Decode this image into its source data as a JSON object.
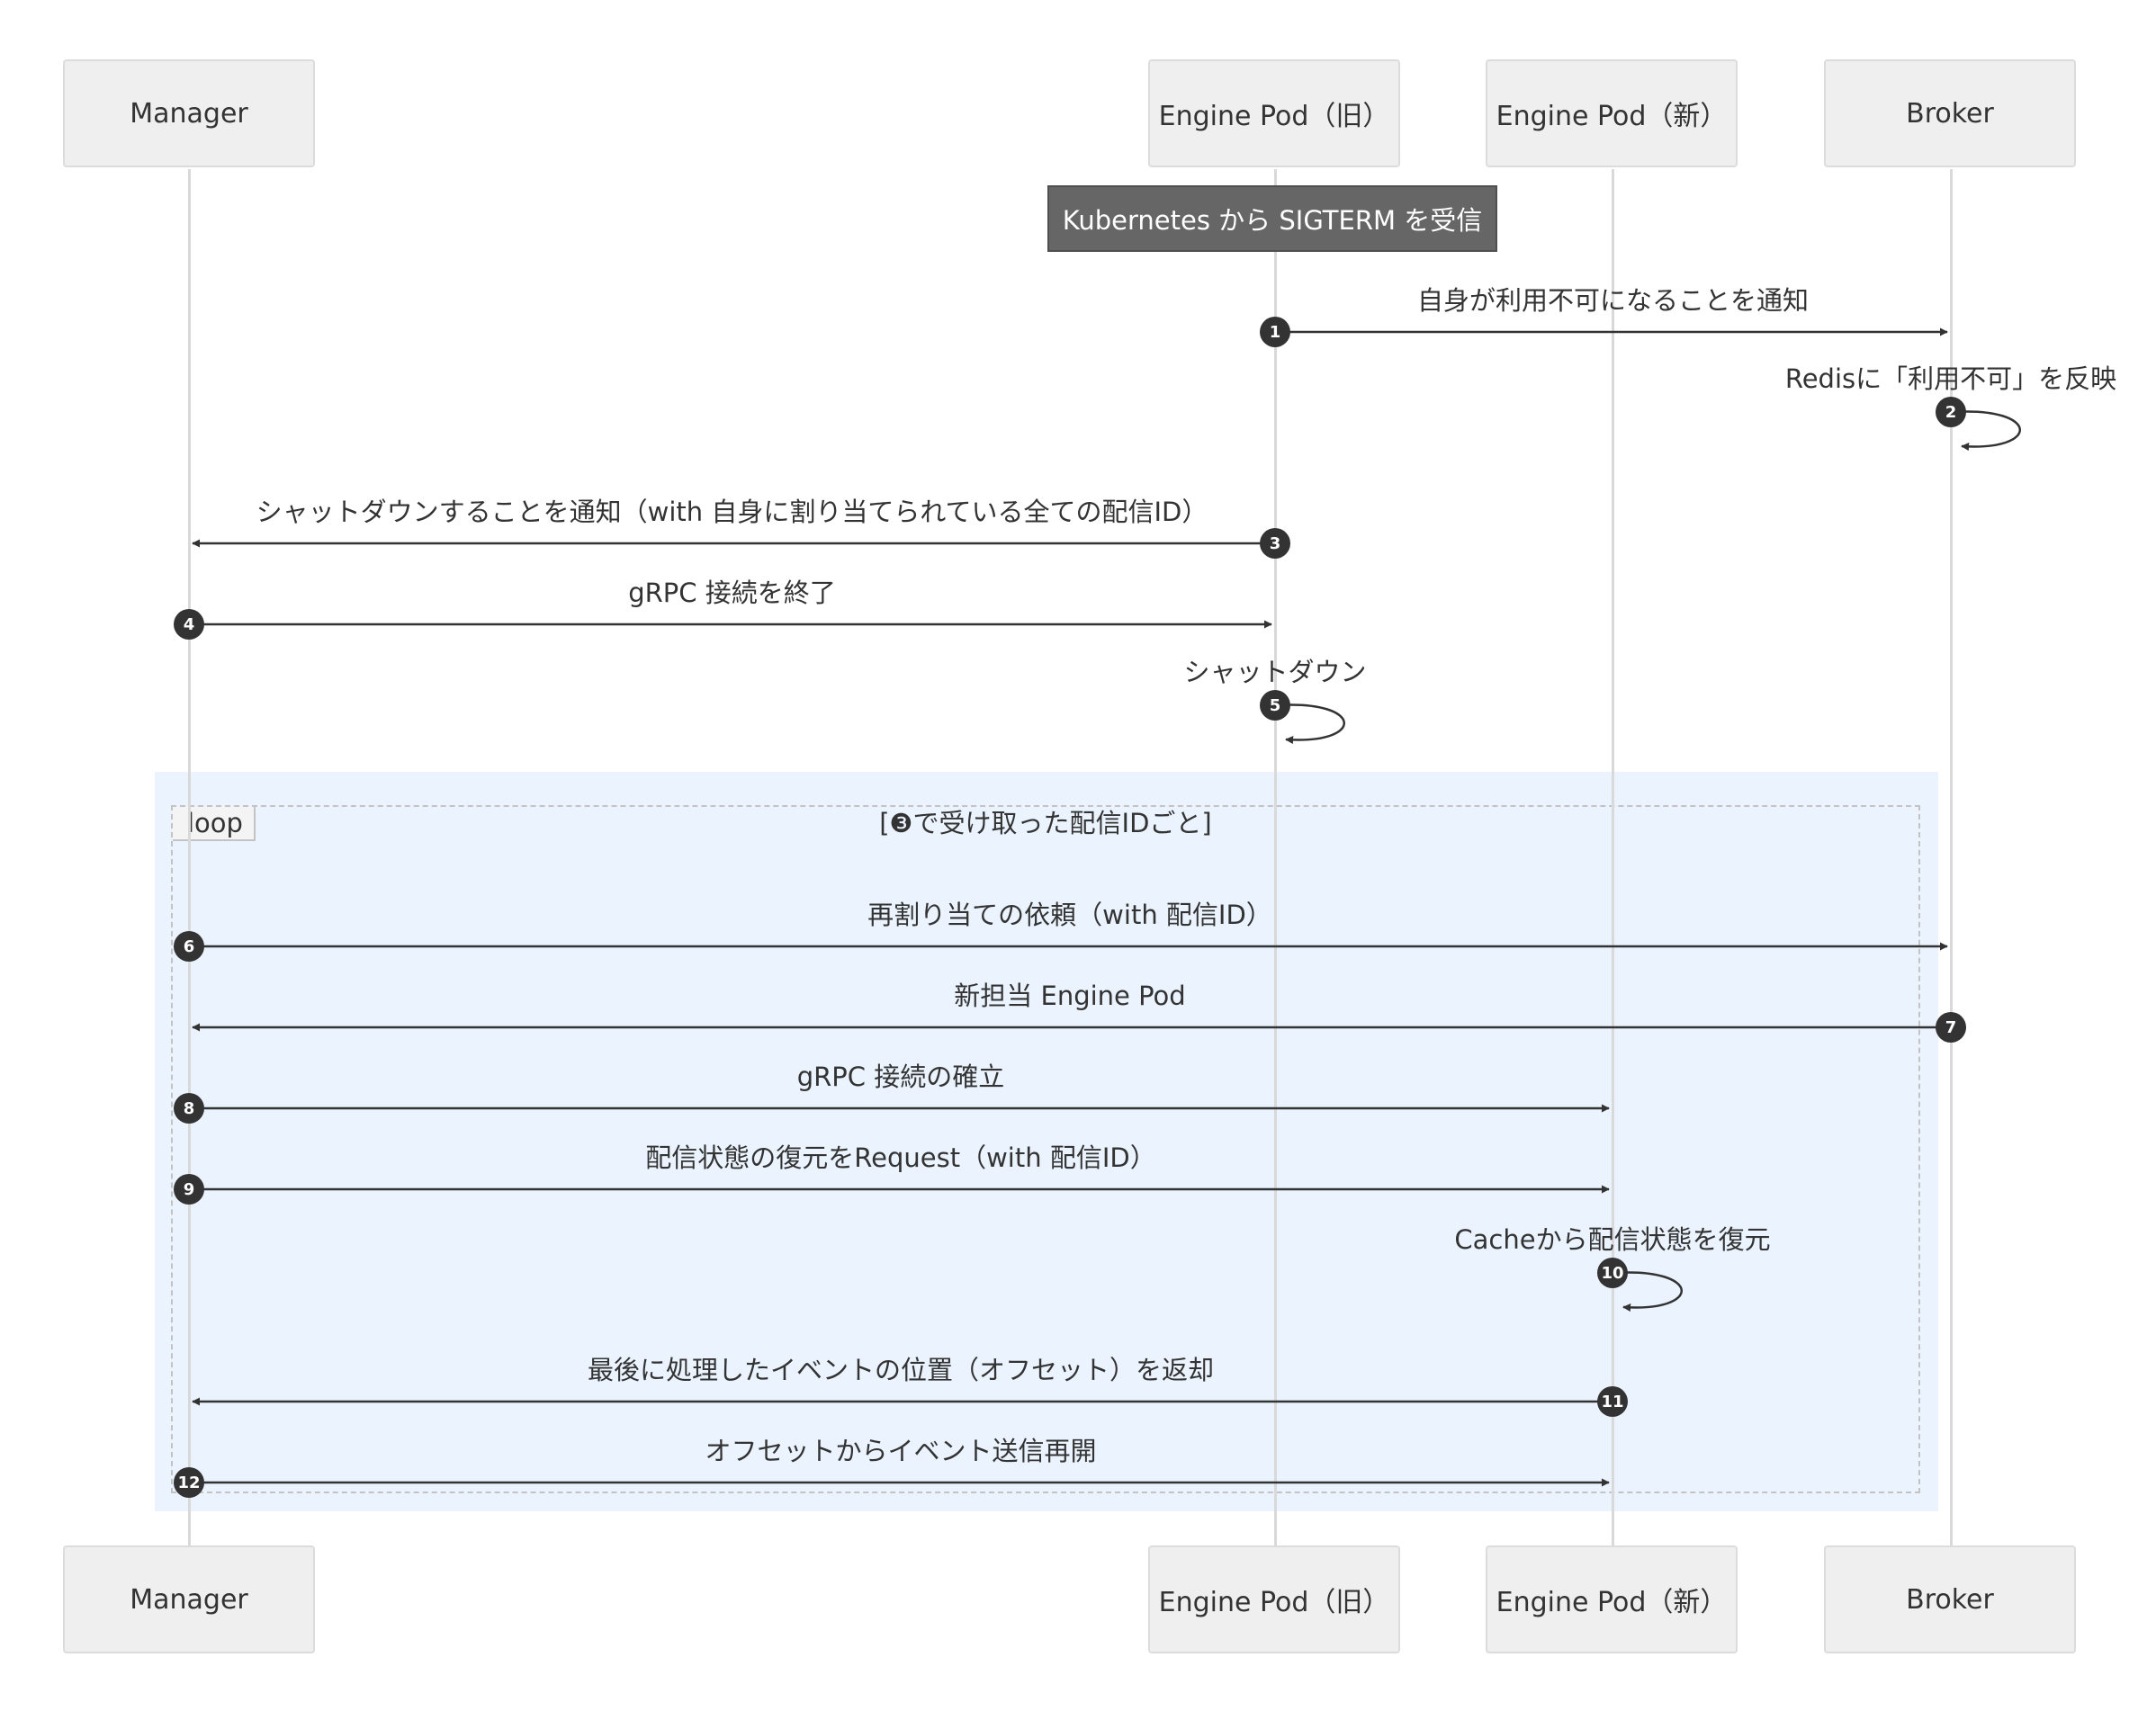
{
  "actors": [
    {
      "id": "manager",
      "label": "Manager"
    },
    {
      "id": "old",
      "label": "Engine Pod（旧）"
    },
    {
      "id": "new",
      "label": "Engine Pod（新）"
    },
    {
      "id": "broker",
      "label": "Broker"
    }
  ],
  "note": {
    "over": "old",
    "text": "Kubernetes から SIGTERM を受信"
  },
  "loop": {
    "tag": "loop",
    "condition": "[❸で受け取った配信IDごと]"
  },
  "messages": [
    {
      "num": "1",
      "from": "old",
      "to": "broker",
      "label": "自身が利用不可になることを通知"
    },
    {
      "num": "2",
      "from": "broker",
      "to": "broker",
      "label": "Redisに「利用不可」を反映"
    },
    {
      "num": "3",
      "from": "old",
      "to": "manager",
      "label": "シャットダウンすることを通知（with 自身に割り当てられている全ての配信ID）"
    },
    {
      "num": "4",
      "from": "manager",
      "to": "old",
      "label": "gRPC 接続を終了"
    },
    {
      "num": "5",
      "from": "old",
      "to": "old",
      "label": "シャットダウン"
    },
    {
      "num": "6",
      "from": "manager",
      "to": "broker",
      "label": "再割り当ての依頼（with 配信ID）"
    },
    {
      "num": "7",
      "from": "broker",
      "to": "manager",
      "label": "新担当 Engine Pod"
    },
    {
      "num": "8",
      "from": "manager",
      "to": "new",
      "label": "gRPC 接続の確立"
    },
    {
      "num": "9",
      "from": "manager",
      "to": "new",
      "label": "配信状態の復元をRequest（with 配信ID）"
    },
    {
      "num": "10",
      "from": "new",
      "to": "new",
      "label": "Cacheから配信状態を復元"
    },
    {
      "num": "11",
      "from": "new",
      "to": "manager",
      "label": "最後に処理したイベントの位置（オフセット）を返却"
    },
    {
      "num": "12",
      "from": "manager",
      "to": "new",
      "label": "オフセットからイベント送信再開"
    }
  ]
}
